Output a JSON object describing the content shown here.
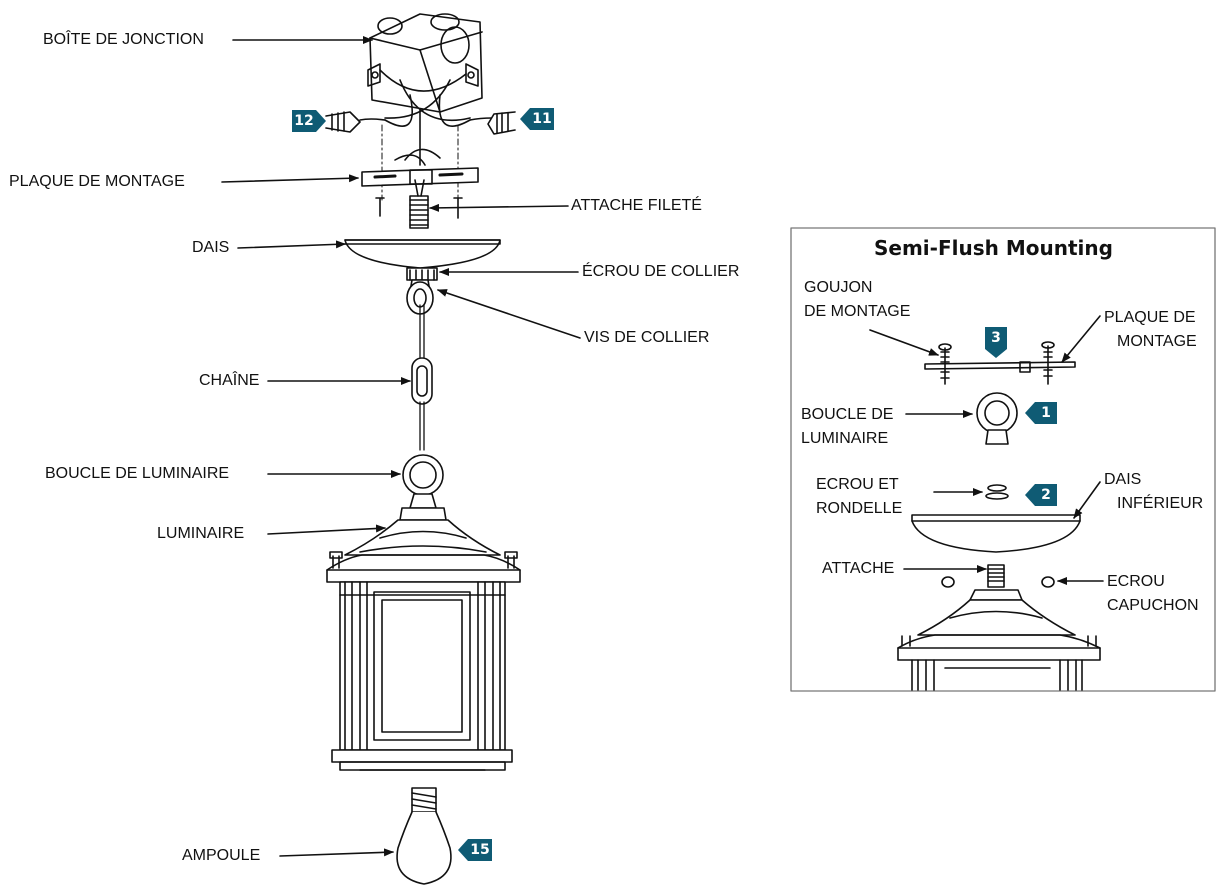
{
  "main_labels": {
    "junction_box": "BOÎTE DE JONCTION",
    "mounting_plate": "PLAQUE DE MONTAGE",
    "threaded_rod": "ATTACHE FILETÉ",
    "canopy": "DAIS",
    "collar_nut": "ÉCROU DE COLLIER",
    "collar_screw": "VIS DE COLLIER",
    "chain": "CHAÎNE",
    "fixture_loop": "BOUCLE DE LUMINAIRE",
    "fixture": "LUMINAIRE",
    "bulb": "AMPOULE"
  },
  "main_badges": {
    "wire_left": "12",
    "wire_right": "11",
    "bulb": "15"
  },
  "inset": {
    "title": "Semi-Flush Mounting",
    "mounting_stud": [
      "GOUJON",
      "DE MONTAGE"
    ],
    "mounting_plate": [
      "PLAQUE DE",
      "MONTAGE"
    ],
    "fixture_loop": [
      "BOUCLE DE",
      "LUMINAIRE"
    ],
    "nut_washer": [
      "ECROU ET",
      "RONDELLE"
    ],
    "lower_canopy": [
      "DAIS",
      "INFÉRIEUR"
    ],
    "fastener": "ATTACHE",
    "cap_nut": [
      "ECROU",
      "CAPUCHON"
    ],
    "badges": {
      "plate": "3",
      "loop": "1",
      "canopy": "2"
    }
  },
  "colors": {
    "badge": "#0f5b74",
    "line": "#111111",
    "inset_border": "#777777"
  }
}
